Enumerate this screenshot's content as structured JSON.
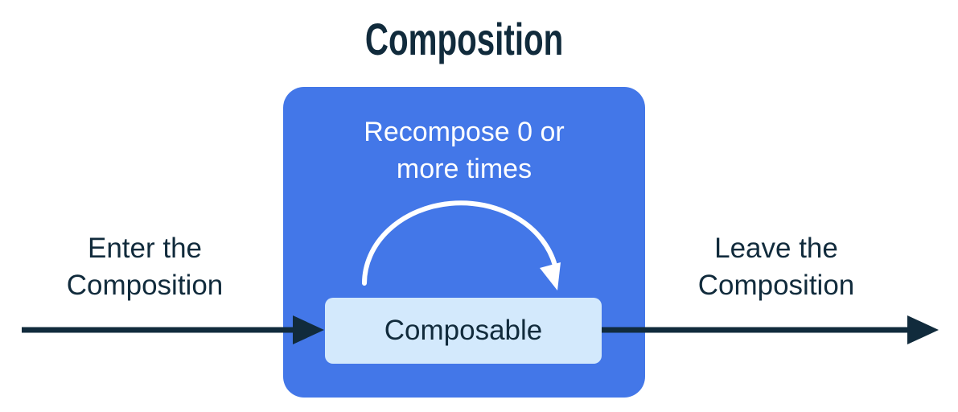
{
  "title": "Composition",
  "composition_box": {
    "recompose": {
      "line1": "Recompose 0 or",
      "line2": "more times"
    },
    "composable": "Composable"
  },
  "enter": {
    "line1": "Enter the",
    "line2": "Composition"
  },
  "leave": {
    "line1": "Leave the",
    "line2": "Composition"
  },
  "colors": {
    "background": "#FFFFFF",
    "composition_box_fill": "#4377E8",
    "composable_box_fill": "#D3E9FC",
    "ink_dark": "#112B3C",
    "arc_white": "#FFFFFF"
  }
}
